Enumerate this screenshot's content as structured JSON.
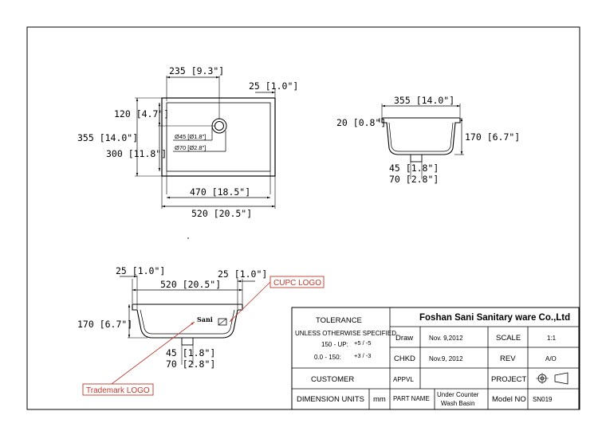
{
  "top_view": {
    "dim_235": "235 [9.3\"]",
    "dim_25": "25 [1.0\"]",
    "dim_120": "120 [4.7\"]",
    "dim_355": "355 [14.0\"]",
    "dim_300": "300 [11.8\"]",
    "dim_470": "470 [18.5\"]",
    "dim_520": "520 [20.5\"]",
    "hole_45": "Ø45 [Ø1.8\"]",
    "hole_70": "Ø70 [Ø2.8\"]"
  },
  "side_view": {
    "dim_355": "355 [14.0\"]",
    "dim_20": "20 [0.8\"]",
    "dim_170": "170 [6.7\"]",
    "dim_45": "45 [1.8\"]",
    "dim_70": "70 [2.8\"]"
  },
  "front_view": {
    "dim_25_left": "25 [1.0\"]",
    "dim_25_right": "25 [1.0\"]",
    "dim_520": "520 [20.5\"]",
    "dim_170": "170 [6.7\"]",
    "dim_45": "45 [1.8\"]",
    "dim_70": "70 [2.8\"]",
    "logo_mark": "Sani",
    "cupc_callout": "CUPC LOGO",
    "trademark_callout": "Trademark LOGO"
  },
  "title_block": {
    "tolerance": "TOLERANCE",
    "unless": "UNLESS OTHERWISE SPECIFIED",
    "tol_1": "150 - UP:",
    "tol_1_val": "+5 / -5",
    "tol_2": "0.0 - 150:",
    "tol_2_val": "+3 / -3",
    "company": "Foshan Sani Sanitary ware Co.,Ltd",
    "draw_label": "Draw",
    "draw_date": "Nov. 9,2012",
    "scale_label": "SCALE",
    "scale_value": "1:1",
    "chkd_label": "CHKD",
    "chkd_date": "Nov.9, 2012",
    "rev_label": "REV",
    "rev_value": "A/O",
    "customer_label": "CUSTOMER",
    "appvl_label": "APPVL",
    "project_label": "PROJECT",
    "dim_units_label": "DIMENSION UNITS",
    "dim_units_value": "mm",
    "part_name_label": "PART NAME",
    "part_name_value_1": "Under Counter",
    "part_name_value_2": "Wash Basin",
    "model_no_label": "Model NO",
    "model_no_value": "SN019"
  }
}
